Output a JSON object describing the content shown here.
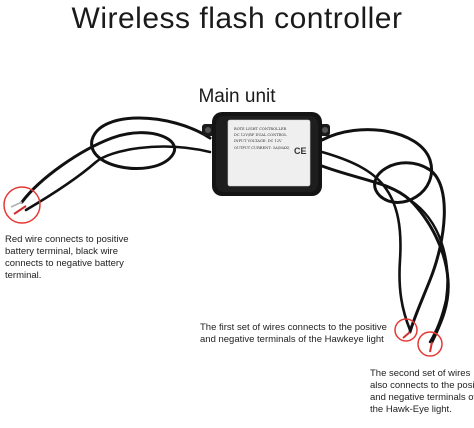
{
  "title": "Wireless flash controller",
  "subtitle": "Main unit",
  "notes": {
    "red_wire": "Red wire connects to positive battery terminal, black wire connects to negative battery terminal.",
    "first_set": "The first set of wires connects to the positive and negative terminals of the Hawkeye light",
    "second_set": "The second set of wires also connects to the positive and negative terminals of the Hawk-Eye light."
  },
  "device_label": {
    "lines": [
      "BOTE LIGHT CONTROLLER",
      "DC 12V/RF DUAL CONTROL",
      "INPUT VOLTAGE: DC 12V",
      "OUTPUT CURRENT: 5A(MAX)"
    ],
    "mark": "CE"
  },
  "colors": {
    "cable": "#111111",
    "highlight_circle": "#e53935",
    "red_wire": "#d32f2f"
  }
}
